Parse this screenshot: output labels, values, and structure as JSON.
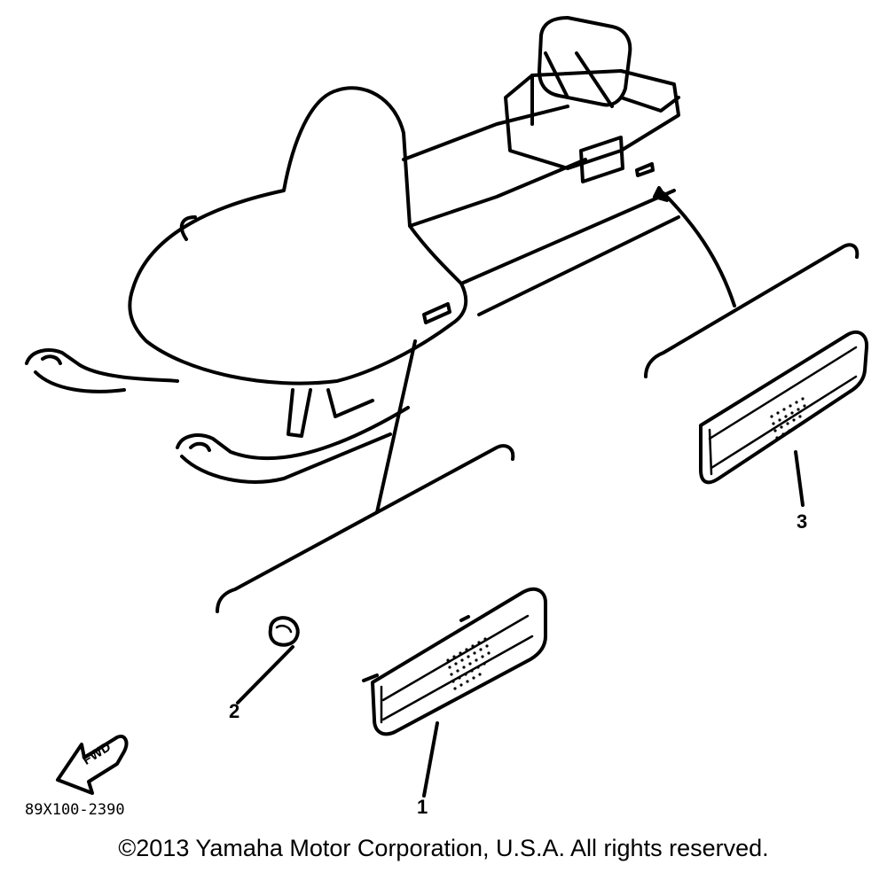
{
  "figure": {
    "code": "89X100-2390",
    "copyright": "©2013 Yamaha Motor Corporation, U.S.A. All rights reserved.",
    "direction_label": "FWD"
  },
  "callouts": [
    {
      "id": "1",
      "label": "1"
    },
    {
      "id": "2",
      "label": "2"
    },
    {
      "id": "3",
      "label": "3"
    }
  ]
}
